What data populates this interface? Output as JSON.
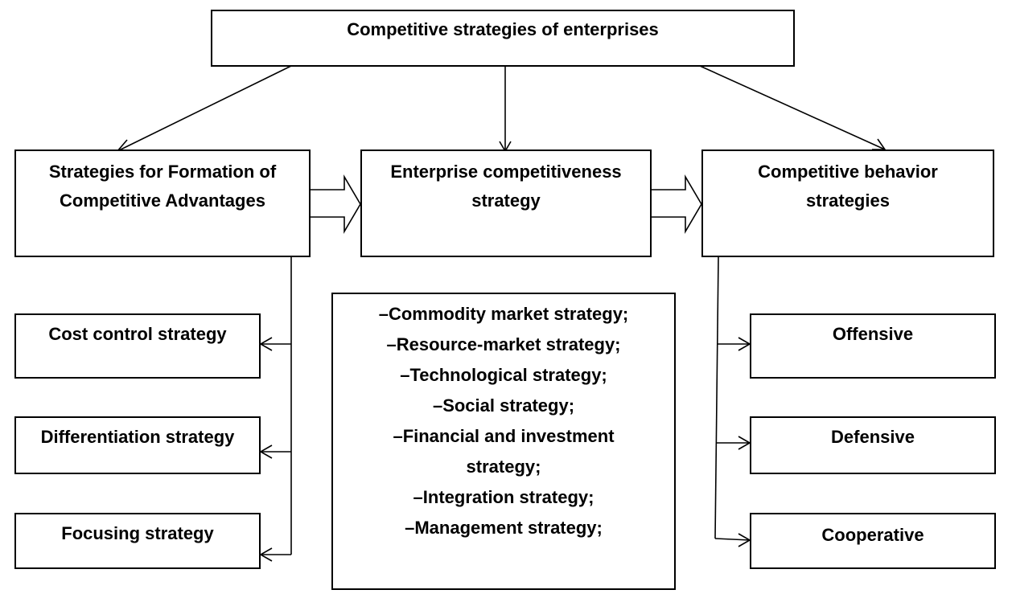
{
  "root": {
    "label": "Competitive strategies of enterprises"
  },
  "left_group": {
    "line1": "Strategies for Formation of",
    "line2": "Competitive Advantages",
    "children": [
      "Cost control strategy",
      "Differentiation strategy",
      "Focusing strategy"
    ]
  },
  "center_group": {
    "line1": "Enterprise competitiveness",
    "line2": "strategy",
    "list": [
      "–Commodity market strategy;",
      "–Resource-market strategy;",
      "–Technological strategy;",
      "–Social strategy;",
      "–Financial and investment",
      "strategy;",
      "–Integration strategy;",
      "–Management strategy;"
    ]
  },
  "right_group": {
    "line1": "Competitive behavior",
    "line2": "strategies",
    "children": [
      "Offensive",
      "Defensive",
      "Cooperative"
    ]
  },
  "colors": {
    "stroke": "#000000",
    "background": "#ffffff"
  }
}
